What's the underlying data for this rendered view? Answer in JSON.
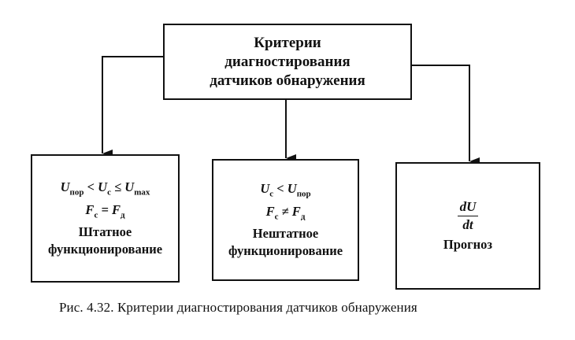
{
  "root": {
    "lines": [
      "Критерии",
      "диагностирования",
      "датчиков обнаружения"
    ]
  },
  "boxes": [
    {
      "formula1": "U<sub>пор</sub> &lt; U<sub>с</sub> ≤ U<sub>max</sub>",
      "formula2": "F<sub>с</sub> = F<sub>д</sub>",
      "label_line1": "Штатное",
      "label_line2": "функционирование"
    },
    {
      "formula1": "U<sub>с</sub> &lt; U<sub>пор</sub>",
      "formula2": "F<sub>с</sub> ≠ F<sub>д</sub>",
      "label_line1": "Нештатное",
      "label_line2": "функционирование"
    },
    {
      "frac_num": "dU",
      "frac_den": "dt",
      "label": "Прогноз"
    }
  ],
  "caption": "Рис. 4.32. Критерии диагностирования датчиков обнаружения",
  "colors": {
    "ink": "#111111",
    "background": "#ffffff"
  }
}
